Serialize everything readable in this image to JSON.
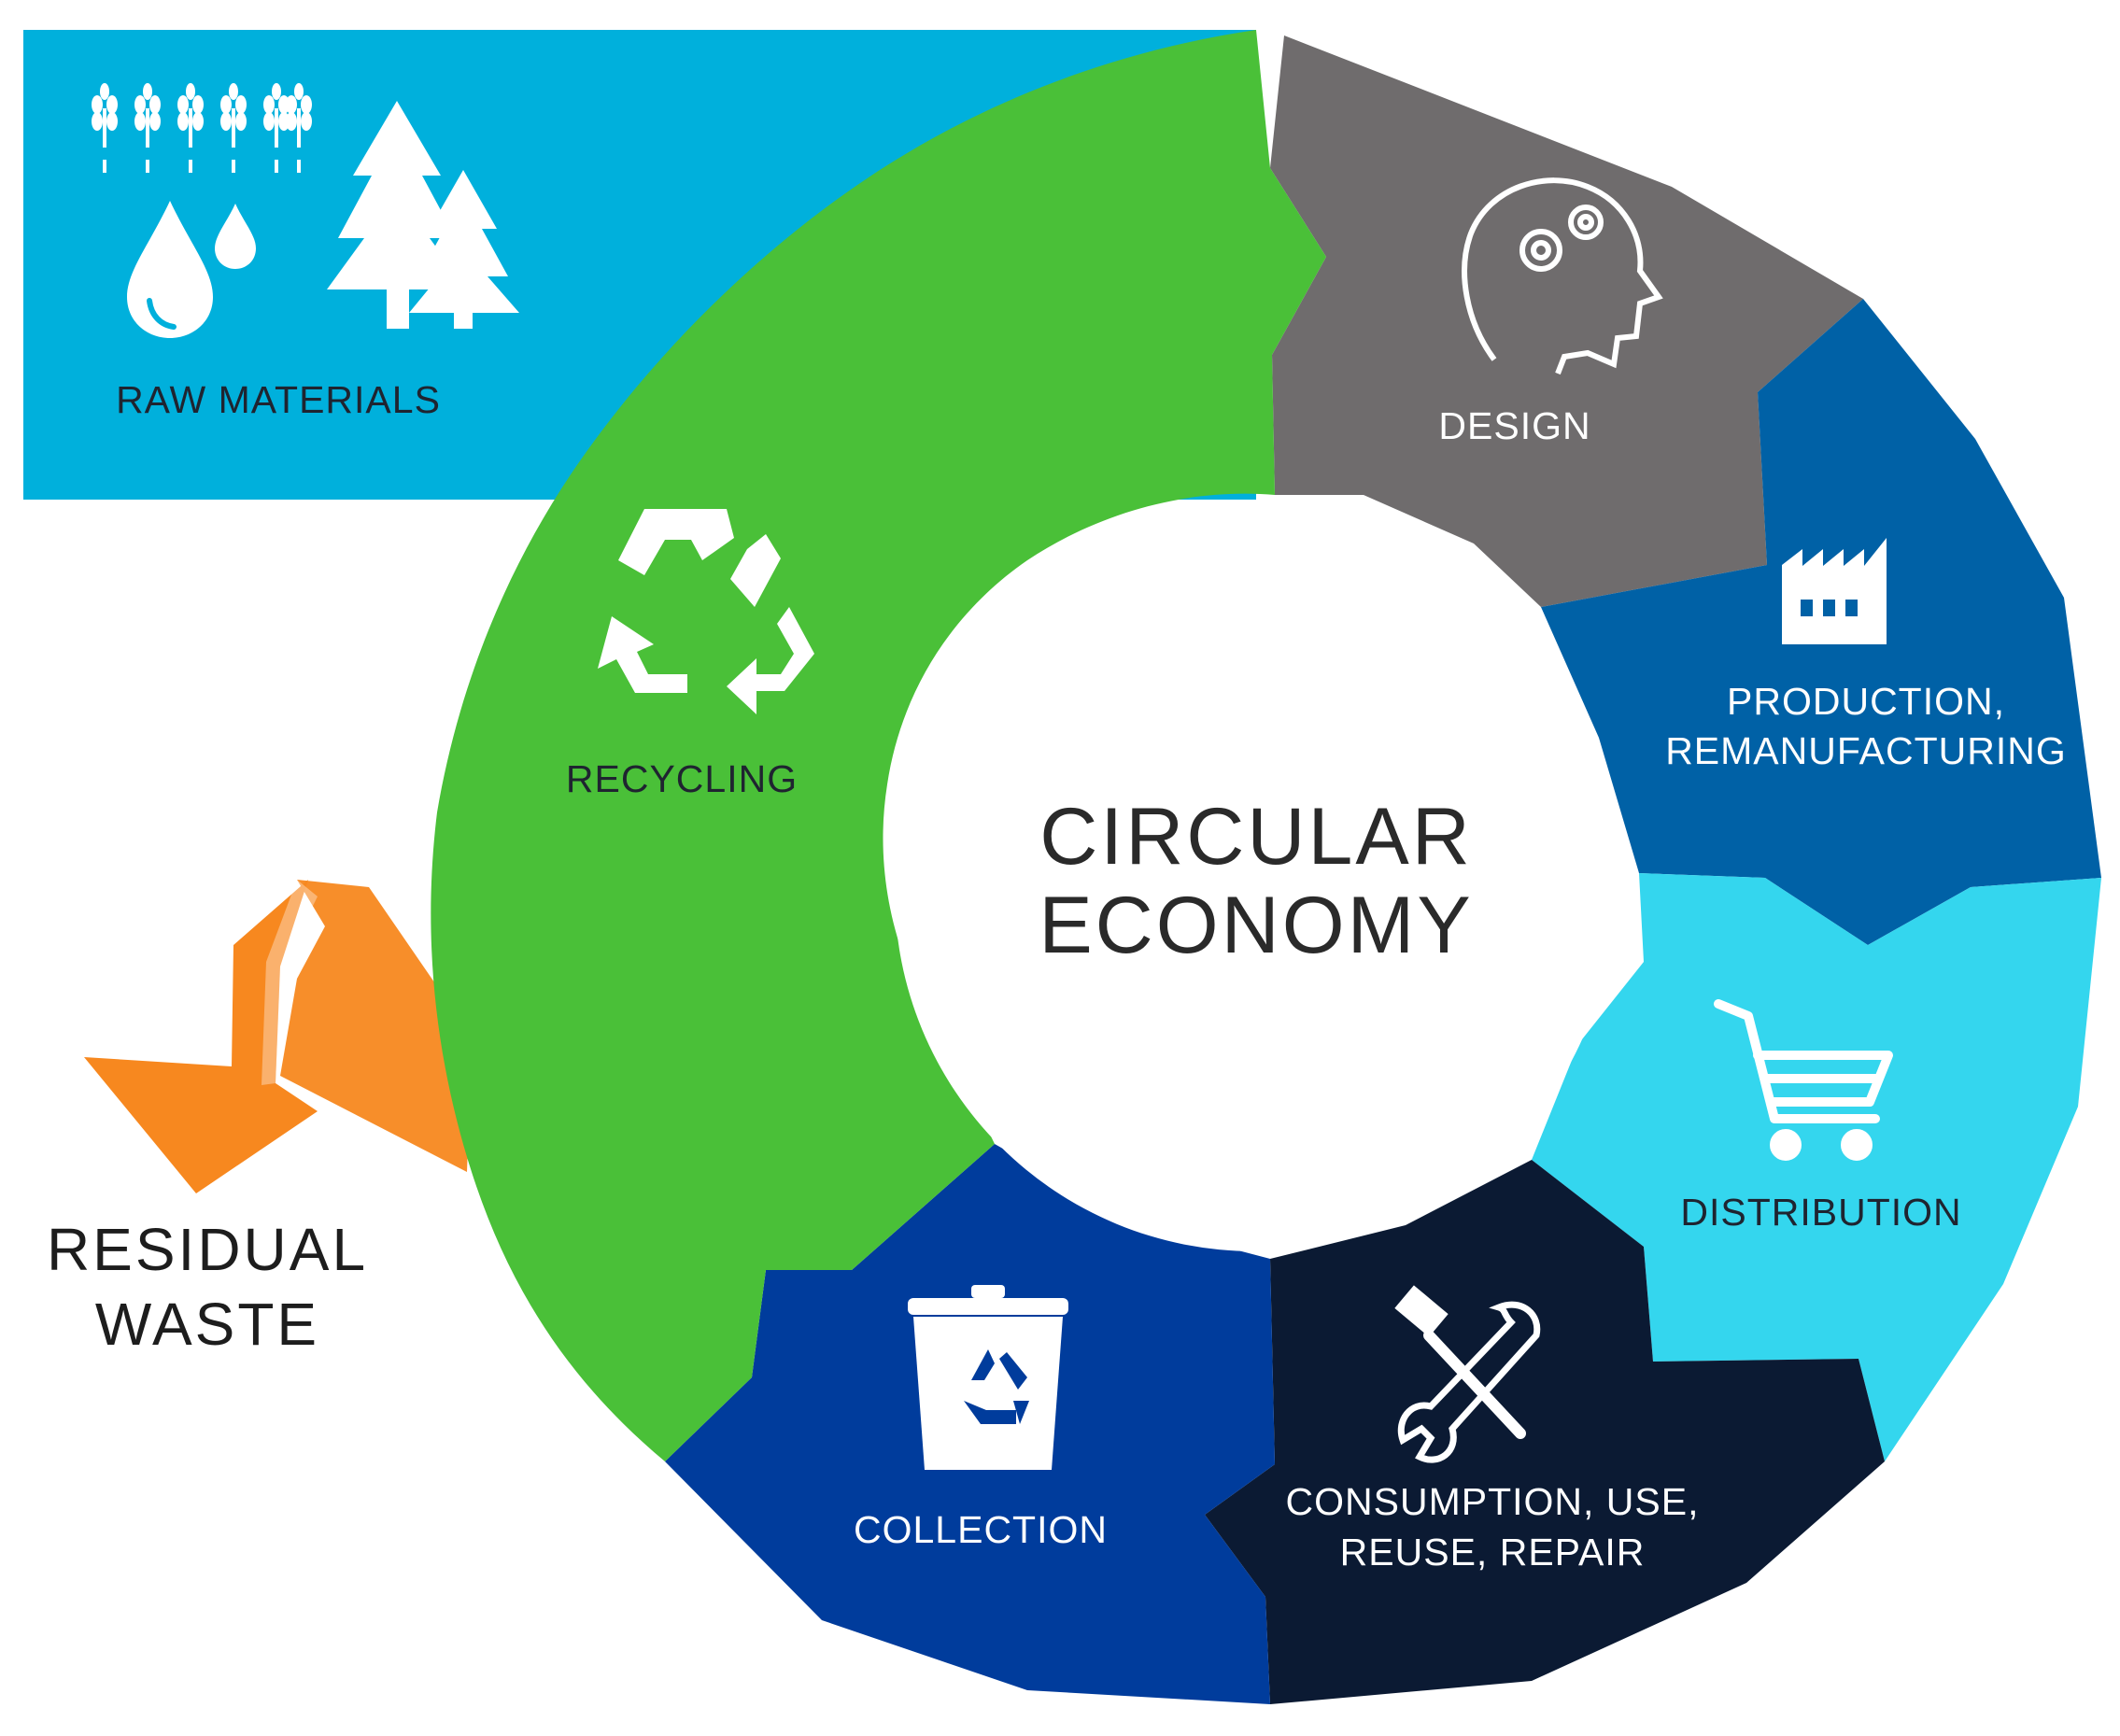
{
  "center": {
    "line1": "CIRCULAR",
    "line2": "ECONOMY"
  },
  "raw_materials": {
    "label": "RAW MATERIALS",
    "color": "#00b0dc",
    "icons": [
      "wheat-icon",
      "water-drop-icon",
      "tree-icon"
    ]
  },
  "stages": {
    "design": {
      "label": "DESIGN",
      "color": "#6f6c6d",
      "icon": "head-gears-icon"
    },
    "production": {
      "line1": "PRODUCTION,",
      "line2": "REMANUFACTURING",
      "color": "#0061a6",
      "icon": "factory-icon"
    },
    "distribution": {
      "label": "DISTRIBUTION",
      "color": "#34d6ee",
      "icon": "shopping-cart-icon"
    },
    "consumption": {
      "line1": "CONSUMPTION, USE,",
      "line2": "REUSE, REPAIR",
      "color": "#0b1a33",
      "icon": "tools-icon"
    },
    "collection": {
      "label": "COLLECTION",
      "color": "#003c9c",
      "icon": "recycle-bin-icon"
    },
    "recycling": {
      "label": "RECYCLING",
      "color": "#4ac038",
      "icon": "recycle-icon"
    }
  },
  "residual_waste": {
    "line1": "RESIDUAL",
    "line2": "WASTE",
    "color": "#f7881f",
    "icon": "down-arrow-icon"
  }
}
